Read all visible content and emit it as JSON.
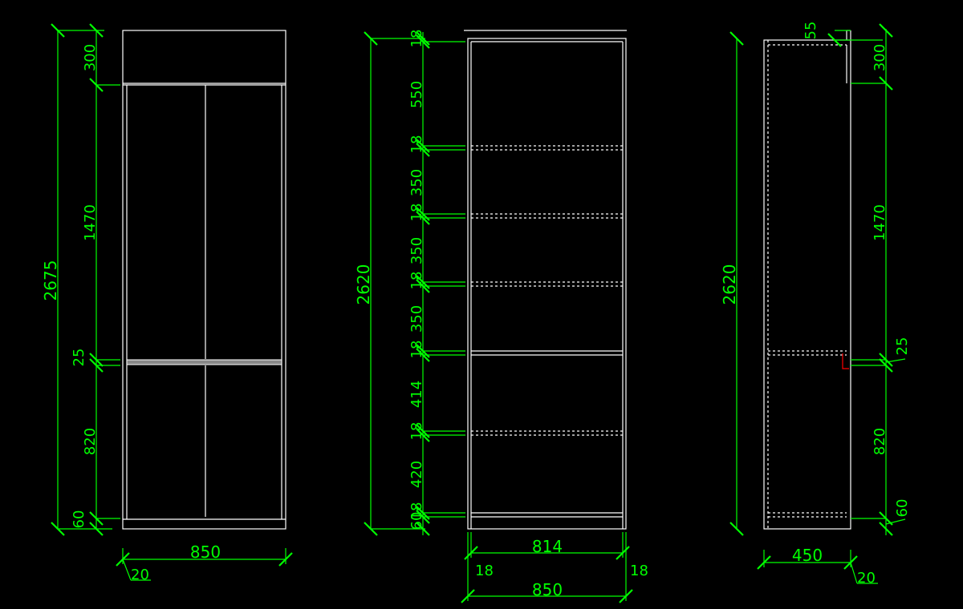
{
  "drawing": {
    "front_view": {
      "overall_height": "2675",
      "segments": [
        "300",
        "1470",
        "25",
        "820",
        "60"
      ],
      "width": "850",
      "offset": "20"
    },
    "section_view": {
      "overall_height": "2620",
      "segments": [
        "18",
        "550",
        "18",
        "350",
        "18",
        "350",
        "18",
        "350",
        "18",
        "414",
        "18",
        "420",
        "18",
        "60"
      ],
      "inner_width": "814",
      "side_left": "18",
      "side_right": "18",
      "outer_width": "850"
    },
    "side_view": {
      "overall_height": "2620",
      "top_offset": "55",
      "segments": [
        "300",
        "1470",
        "25",
        "820",
        "60"
      ],
      "depth": "450",
      "offset": "20"
    }
  },
  "colors": {
    "background": "#000000",
    "dimension": "#00ff00",
    "geometry": "#ffffff",
    "marker": "#ff0000"
  }
}
